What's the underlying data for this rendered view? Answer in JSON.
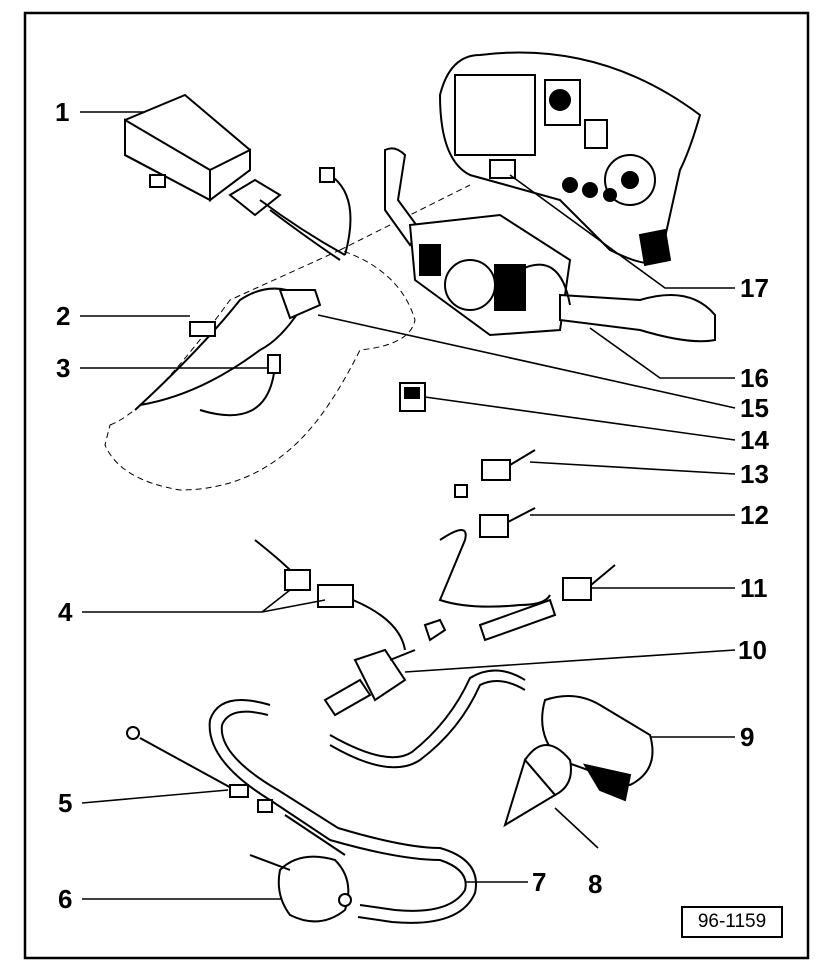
{
  "diagram": {
    "reference_code": "96-1159",
    "callouts": [
      {
        "id": "1",
        "label": "1"
      },
      {
        "id": "2",
        "label": "2"
      },
      {
        "id": "3",
        "label": "3"
      },
      {
        "id": "4",
        "label": "4"
      },
      {
        "id": "5",
        "label": "5"
      },
      {
        "id": "6",
        "label": "6"
      },
      {
        "id": "7",
        "label": "7"
      },
      {
        "id": "8",
        "label": "8"
      },
      {
        "id": "9",
        "label": "9"
      },
      {
        "id": "10",
        "label": "10"
      },
      {
        "id": "11",
        "label": "11"
      },
      {
        "id": "12",
        "label": "12"
      },
      {
        "id": "13",
        "label": "13"
      },
      {
        "id": "14",
        "label": "14"
      },
      {
        "id": "15",
        "label": "15"
      },
      {
        "id": "16",
        "label": "16"
      },
      {
        "id": "17",
        "label": "17"
      }
    ]
  }
}
